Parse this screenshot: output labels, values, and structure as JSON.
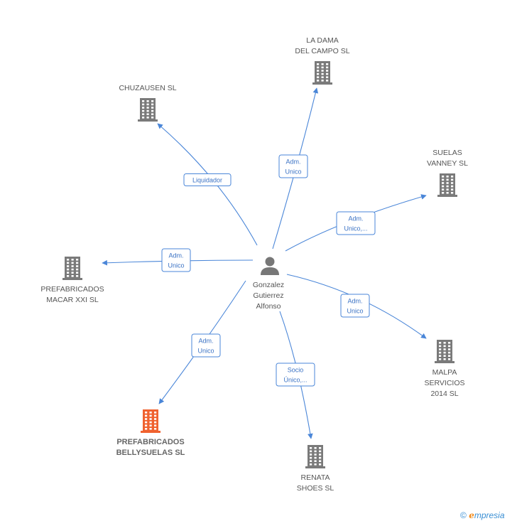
{
  "center": {
    "name_lines": [
      "Gonzalez",
      "Gutierrez",
      "Alfonso"
    ],
    "icon": "person-icon",
    "color": "#777777"
  },
  "companies": [
    {
      "id": "la-dama-del-campo",
      "lines": [
        "LA DAMA",
        "DEL CAMPO SL"
      ],
      "highlight": false
    },
    {
      "id": "chuzausen",
      "lines": [
        "CHUZAUSEN SL"
      ],
      "highlight": false
    },
    {
      "id": "suelas-vanney",
      "lines": [
        "SUELAS",
        "VANNEY  SL"
      ],
      "highlight": false
    },
    {
      "id": "prefabricados-macar",
      "lines": [
        "PREFABRICADOS",
        "MACAR XXI SL"
      ],
      "highlight": false
    },
    {
      "id": "malpa-servicios",
      "lines": [
        "MALPA",
        "SERVICIOS",
        "2014  SL"
      ],
      "highlight": false
    },
    {
      "id": "prefabricados-bellysuelas",
      "lines": [
        "PREFABRICADOS",
        "BELLYSUELAS SL"
      ],
      "highlight": true
    },
    {
      "id": "renata-shoes",
      "lines": [
        "RENATA",
        "SHOES SL"
      ],
      "highlight": false
    }
  ],
  "edges": [
    {
      "target": "la-dama-del-campo",
      "label_lines": [
        "Adm.",
        "Unico"
      ]
    },
    {
      "target": "chuzausen",
      "label_lines": [
        "Liquidador"
      ]
    },
    {
      "target": "suelas-vanney",
      "label_lines": [
        "Adm.",
        "Unico,..."
      ]
    },
    {
      "target": "prefabricados-macar",
      "label_lines": [
        "Adm.",
        "Unico"
      ]
    },
    {
      "target": "malpa-servicios",
      "label_lines": [
        "Adm.",
        "Unico"
      ]
    },
    {
      "target": "prefabricados-bellysuelas",
      "label_lines": [
        "Adm.",
        "Unico"
      ]
    },
    {
      "target": "renata-shoes",
      "label_lines": [
        "Socio",
        "Único,..."
      ]
    }
  ],
  "colors": {
    "edge": "#4a86d8",
    "building": "#7a7a7a",
    "building_highlight": "#f0622f"
  },
  "footer": {
    "copyright": "©",
    "brand_e": "e",
    "brand_rest": "mpresia"
  }
}
